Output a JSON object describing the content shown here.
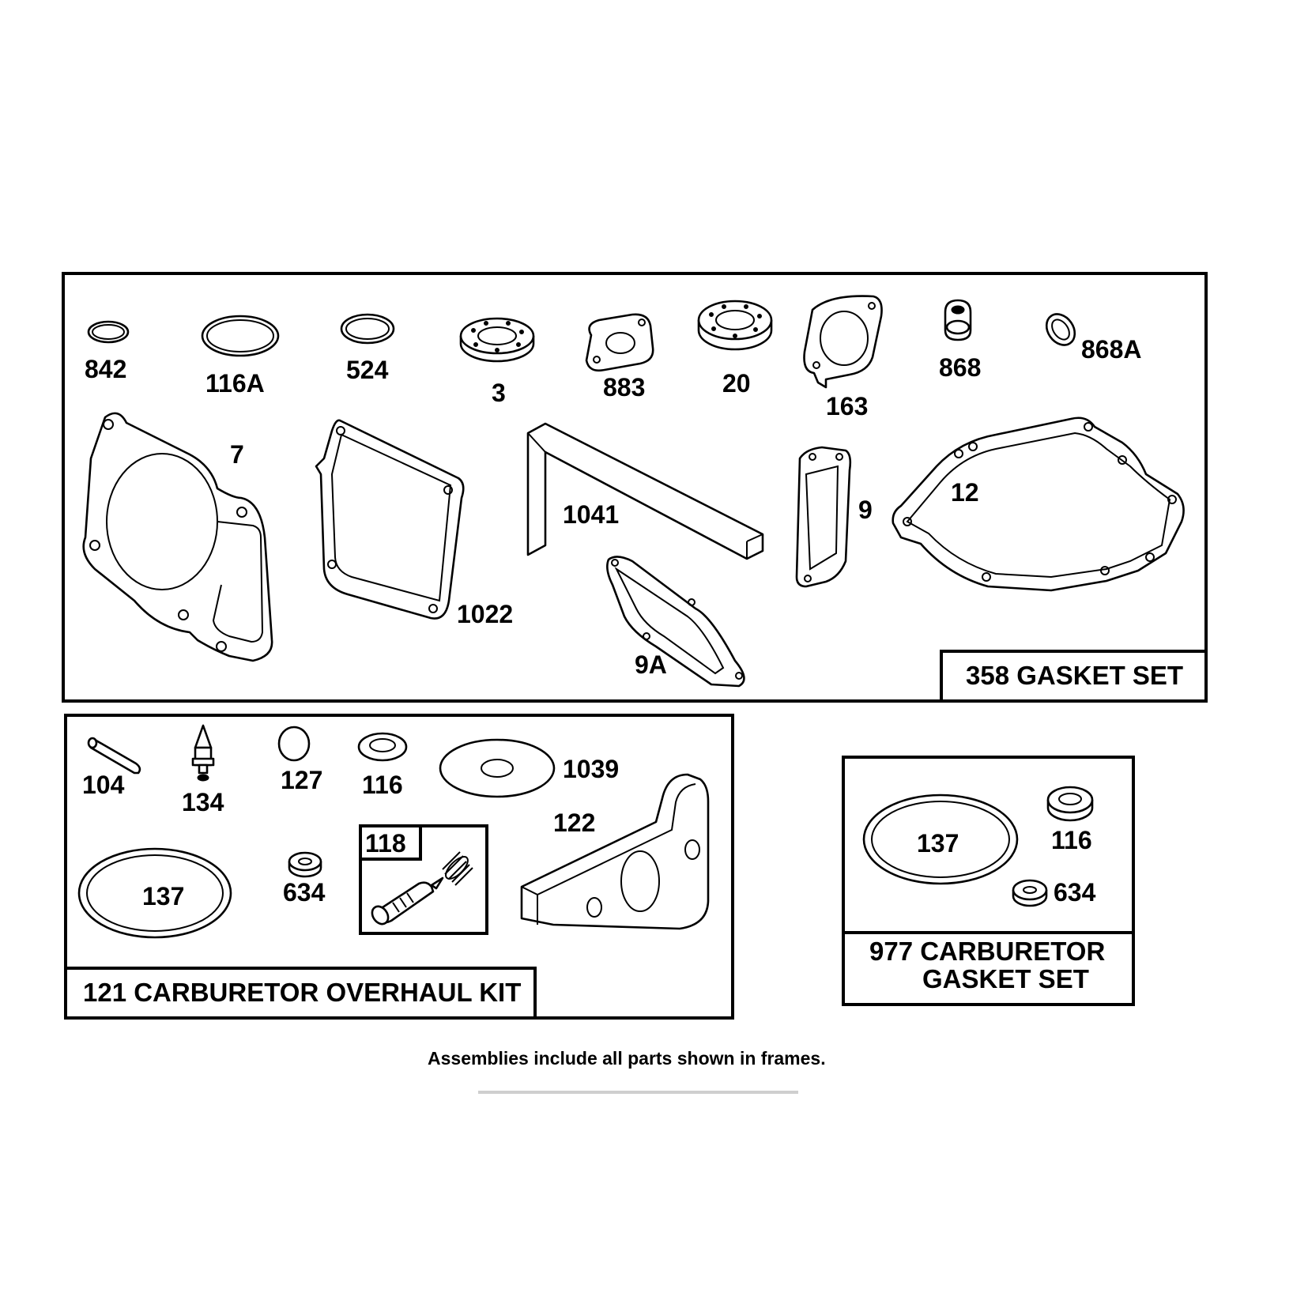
{
  "kits": {
    "gasket_set": "358 GASKET SET",
    "overhaul_kit": "121 CARBURETOR OVERHAUL KIT",
    "carb_gasket_set_line1": "977 CARBURETOR",
    "carb_gasket_set_line2": "GASKET SET"
  },
  "gasket_set_parts": {
    "p842": "842",
    "p116A": "116A",
    "p524": "524",
    "p3": "3",
    "p883": "883",
    "p20": "20",
    "p163": "163",
    "p868": "868",
    "p868A": "868A",
    "p7": "7",
    "p1022": "1022",
    "p1041": "1041",
    "p9A": "9A",
    "p9": "9",
    "p12": "12"
  },
  "overhaul_kit_parts": {
    "p104": "104",
    "p134": "134",
    "p127": "127",
    "p116": "116",
    "p1039": "1039",
    "p122": "122",
    "p118": "118",
    "p137": "137",
    "p634": "634"
  },
  "carb_gasket_parts": {
    "p137": "137",
    "p116": "116",
    "p634": "634"
  },
  "footer_note": "Assemblies include all parts shown in frames."
}
